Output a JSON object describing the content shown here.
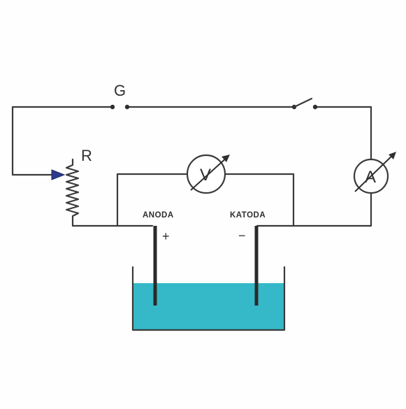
{
  "labels": {
    "galvanometer": "G",
    "rheostat": "R",
    "anode": "ANODA",
    "cathode": "KATODA",
    "anode_sign": "+",
    "cathode_sign": "−"
  },
  "meters": {
    "voltmeter": "V",
    "ammeter": "A"
  },
  "colors": {
    "electrolyte": "#35b9c8",
    "wire": "#3a3a3a",
    "arrow": "#2b3a8c"
  }
}
